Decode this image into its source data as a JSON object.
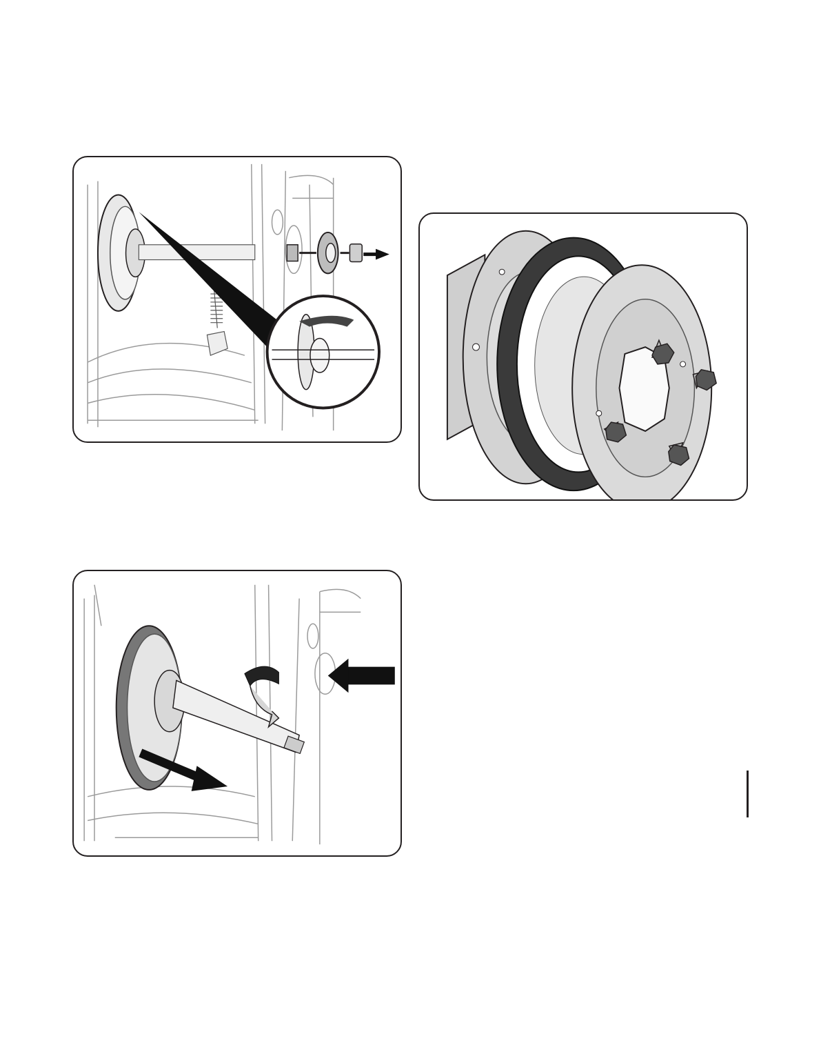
{
  "page": {
    "page_number": "",
    "footer_text": ""
  },
  "figures": [
    {
      "id": "figure-shaft-removal-detail",
      "has_magnified_inset": true
    },
    {
      "id": "figure-friction-wheel-exploded",
      "has_magnified_inset": false
    },
    {
      "id": "figure-shaft-pull-out",
      "has_magnified_inset": false
    }
  ],
  "colors": {
    "line": "#231f20",
    "faint_line": "#9a9a9a",
    "rubber": "#3a3a3a",
    "metal_fill": "#cfcfcf",
    "arrow": "#111111"
  }
}
